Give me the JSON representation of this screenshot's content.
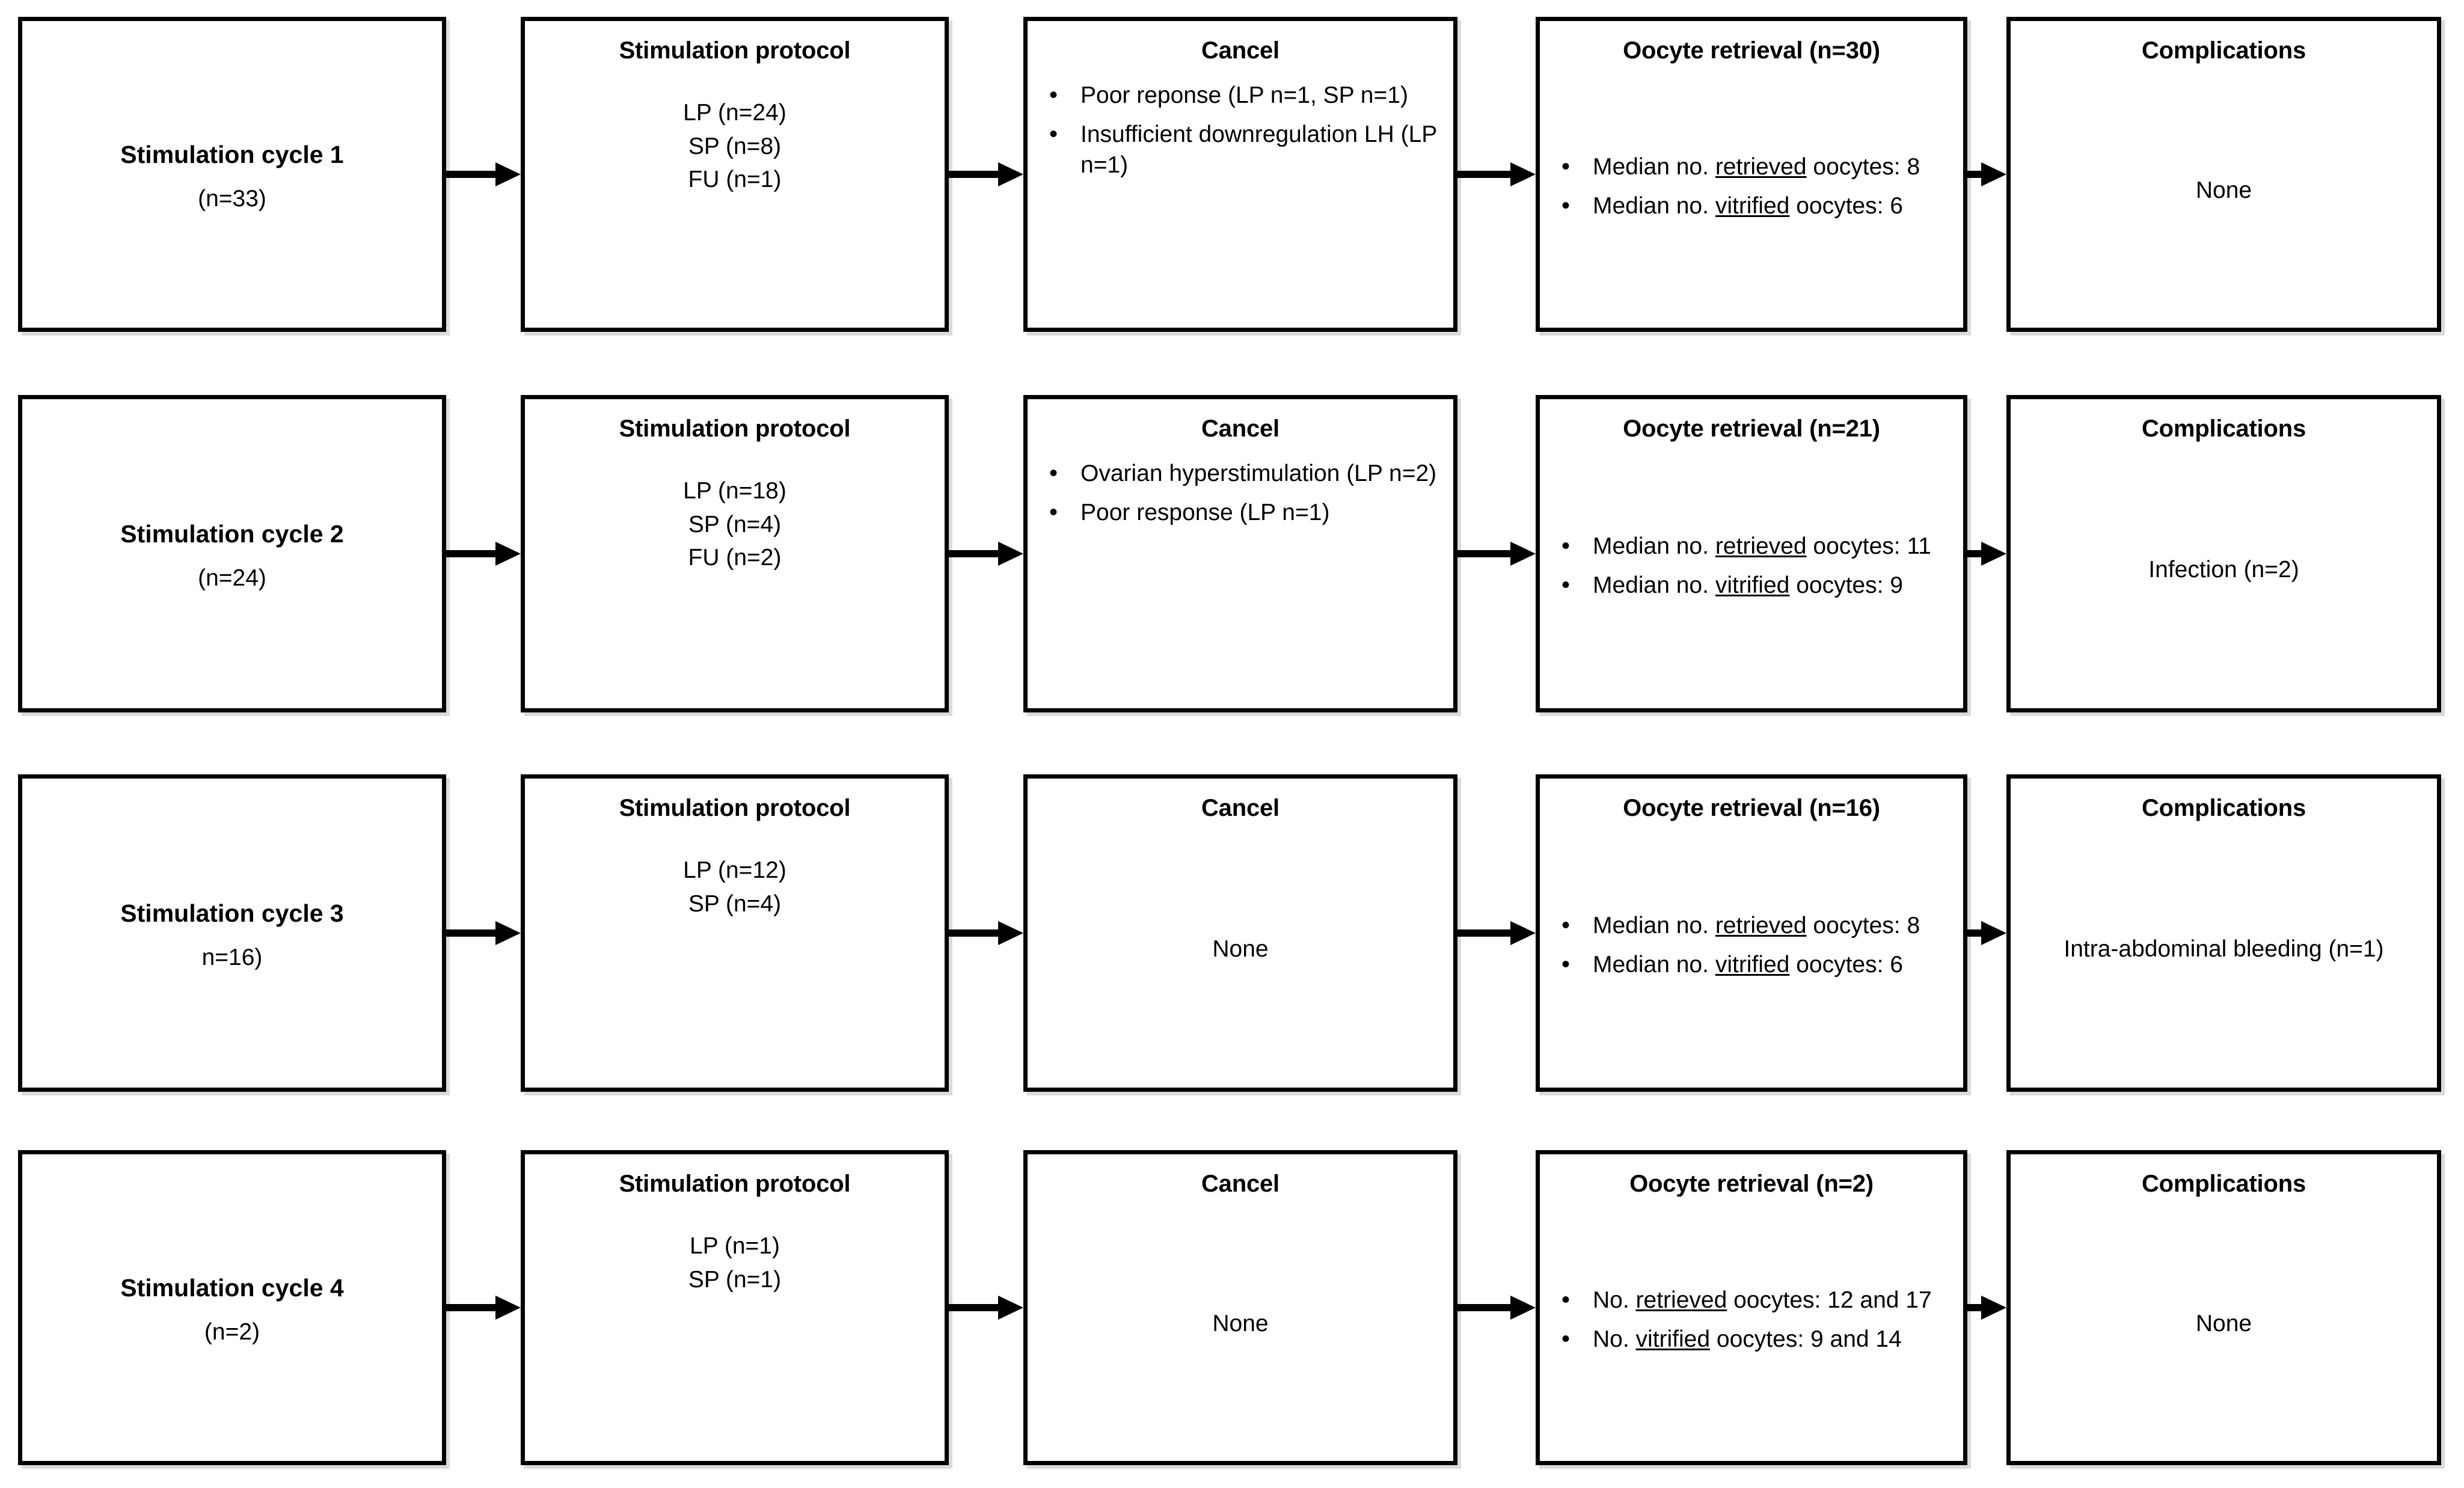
{
  "figure": {
    "type": "flowchart",
    "orientation": "left-to-right, four independent rows",
    "column_headers": [
      "Stimulation cycle",
      "Stimulation protocol",
      "Cancel",
      "Oocyte retrieval",
      "Complications"
    ]
  },
  "rows": [
    {
      "cycle": {
        "title": "Stimulation cycle 1",
        "sub": "(n=33)"
      },
      "protocol": {
        "title": "Stimulation protocol",
        "lines": [
          "LP (n=24)",
          "SP (n=8)",
          "FU (n=1)"
        ]
      },
      "cancel": {
        "title": "Cancel",
        "bullets": [
          {
            "pre": "Poor reponse (LP n=1, SP n=1)",
            "underline": "",
            "post": ""
          },
          {
            "pre": "Insufficient downregulation LH (LP n=1)",
            "underline": "",
            "post": ""
          }
        ],
        "plain": ""
      },
      "retrieval": {
        "title": "Oocyte retrieval (n=30)",
        "bullets": [
          {
            "pre": "Median no. ",
            "underline": "retrieved",
            "post": " oocytes: 8"
          },
          {
            "pre": "Median no. ",
            "underline": "vitrified",
            "post": " oocytes: 6"
          }
        ]
      },
      "complications": {
        "title": "Complications",
        "value": "None"
      }
    },
    {
      "cycle": {
        "title": "Stimulation cycle 2",
        "sub": "(n=24)"
      },
      "protocol": {
        "title": "Stimulation protocol",
        "lines": [
          "LP (n=18)",
          "SP (n=4)",
          "FU (n=2)"
        ]
      },
      "cancel": {
        "title": "Cancel",
        "bullets": [
          {
            "pre": "Ovarian hyperstimulation (LP n=2)",
            "underline": "",
            "post": ""
          },
          {
            "pre": "Poor response (LP n=1)",
            "underline": "",
            "post": ""
          }
        ],
        "plain": ""
      },
      "retrieval": {
        "title": "Oocyte retrieval (n=21)",
        "bullets": [
          {
            "pre": "Median no. ",
            "underline": "retrieved",
            "post": " oocytes: 11"
          },
          {
            "pre": "Median no. ",
            "underline": "vitrified",
            "post": " oocytes: 9"
          }
        ]
      },
      "complications": {
        "title": "Complications",
        "value": "Infection (n=2)"
      }
    },
    {
      "cycle": {
        "title": "Stimulation cycle 3",
        "sub": "n=16)"
      },
      "protocol": {
        "title": "Stimulation protocol",
        "lines": [
          "LP (n=12)",
          "SP (n=4)"
        ]
      },
      "cancel": {
        "title": "Cancel",
        "bullets": [],
        "plain": "None"
      },
      "retrieval": {
        "title": "Oocyte retrieval (n=16)",
        "bullets": [
          {
            "pre": "Median no. ",
            "underline": "retrieved",
            "post": " oocytes: 8"
          },
          {
            "pre": "Median no. ",
            "underline": "vitrified",
            "post": " oocytes: 6"
          }
        ]
      },
      "complications": {
        "title": "Complications",
        "value": "Intra-abdominal bleeding (n=1)"
      }
    },
    {
      "cycle": {
        "title": "Stimulation cycle 4",
        "sub": "(n=2)"
      },
      "protocol": {
        "title": "Stimulation protocol",
        "lines": [
          "LP (n=1)",
          "SP (n=1)"
        ]
      },
      "cancel": {
        "title": "Cancel",
        "bullets": [],
        "plain": "None"
      },
      "retrieval": {
        "title": "Oocyte retrieval (n=2)",
        "bullets": [
          {
            "pre": "No. ",
            "underline": "retrieved",
            "post": " oocytes: 12 and 17"
          },
          {
            "pre": "No. ",
            "underline": "vitrified",
            "post": " oocytes: 9 and 14"
          }
        ]
      },
      "complications": {
        "title": "Complications",
        "value": "None"
      }
    }
  ],
  "colors": {
    "stroke": "#000000",
    "fill": "#ffffff",
    "shadow": "#bebebe"
  }
}
